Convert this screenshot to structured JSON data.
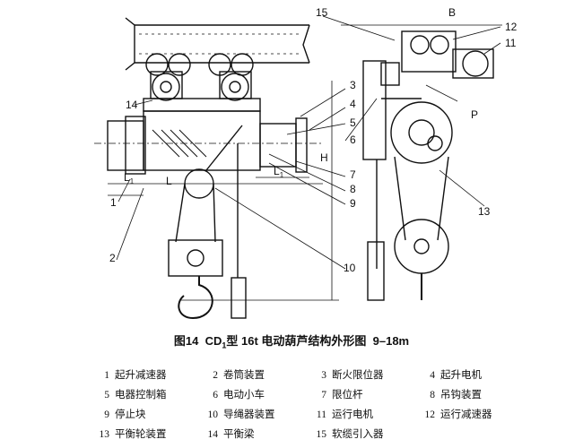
{
  "caption": {
    "figure": "图14",
    "model": "CD",
    "model_sub": "1",
    "rest": "型 16t  电动葫芦结构外形图",
    "page": "9–18m"
  },
  "dimensions": {
    "B": "B",
    "H": "H",
    "L": "L",
    "L1": "L",
    "L1_sub": "1",
    "L2": "L",
    "L2_sub": "1",
    "P": "P"
  },
  "callouts": [
    "1",
    "2",
    "3",
    "4",
    "5",
    "6",
    "7",
    "8",
    "9",
    "10",
    "11",
    "12",
    "13",
    "14",
    "15"
  ],
  "legend": [
    {
      "num": "1",
      "text": "起升减速器"
    },
    {
      "num": "2",
      "text": "卷筒装置"
    },
    {
      "num": "3",
      "text": "断火限位器"
    },
    {
      "num": "4",
      "text": "起升电机"
    },
    {
      "num": "5",
      "text": "电器控制箱"
    },
    {
      "num": "6",
      "text": "电动小车"
    },
    {
      "num": "7",
      "text": "限位杆"
    },
    {
      "num": "8",
      "text": "吊钩装置"
    },
    {
      "num": "9",
      "text": "停止块"
    },
    {
      "num": "10",
      "text": "导绳器装置"
    },
    {
      "num": "11",
      "text": "运行电机"
    },
    {
      "num": "12",
      "text": "运行减速器"
    },
    {
      "num": "13",
      "text": "平衡轮装置"
    },
    {
      "num": "14",
      "text": "平衡梁"
    },
    {
      "num": "15",
      "text": "软缆引入器"
    }
  ]
}
